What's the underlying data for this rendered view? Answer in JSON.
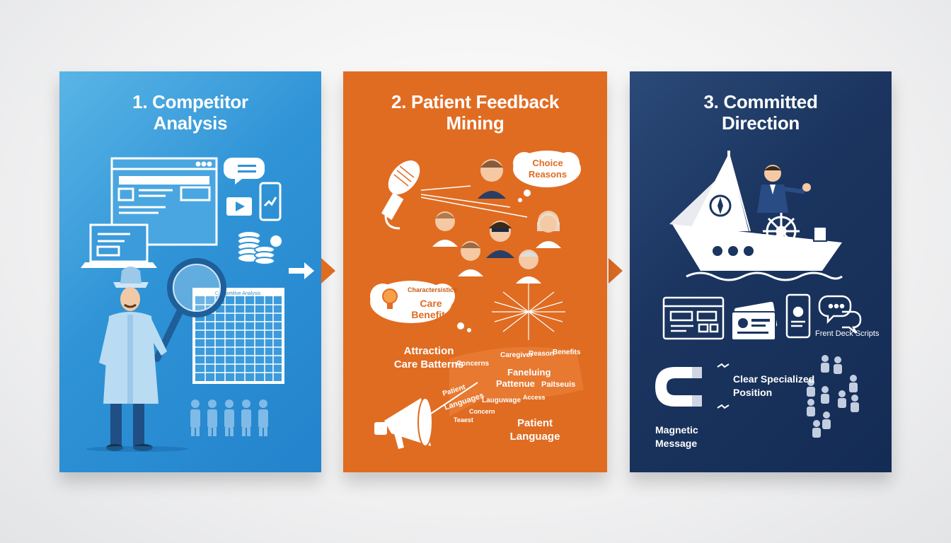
{
  "panels": [
    {
      "title_line1": "1. Competitor",
      "title_line2": "Analysis",
      "color": "#2f93d6"
    },
    {
      "title_line1": "2. Patient Feedback",
      "title_line2": "Mining",
      "color": "#e06c22"
    },
    {
      "title_line1": "3. Committed",
      "title_line2": "Direction",
      "color": "#1b3560"
    }
  ],
  "p1": {
    "spreadsheet_header": "Competitive Analysis"
  },
  "p2": {
    "choice_line1": "Choice",
    "choice_line2": "Reasons",
    "care_small": "Charactersistics",
    "care_line1": "Care",
    "care_line2": "Benefits",
    "attraction_line1": "Attraction",
    "attraction_line2": "Care Batterns",
    "patient_line1": "Patient",
    "patient_line2": "Language",
    "word_cloud": [
      "Caregiver",
      "Reason",
      "Benefits",
      "Concerns",
      "Faneluing",
      "Pattenue",
      "Paitseuis",
      "Patient",
      "Languages",
      "Lauguwage",
      "Access",
      "Concern",
      "Teaest"
    ]
  },
  "p3": {
    "front_desk": "Frent Deck Scripts",
    "clear_line1": "Clear Specialized",
    "clear_line2": "Position",
    "magnetic_line1": "Magnetic",
    "magnetic_line2": "Message"
  },
  "colors": {
    "orange": "#e06c22",
    "blue": "#2f93d6",
    "navy": "#1b3560",
    "white": "#ffffff"
  }
}
